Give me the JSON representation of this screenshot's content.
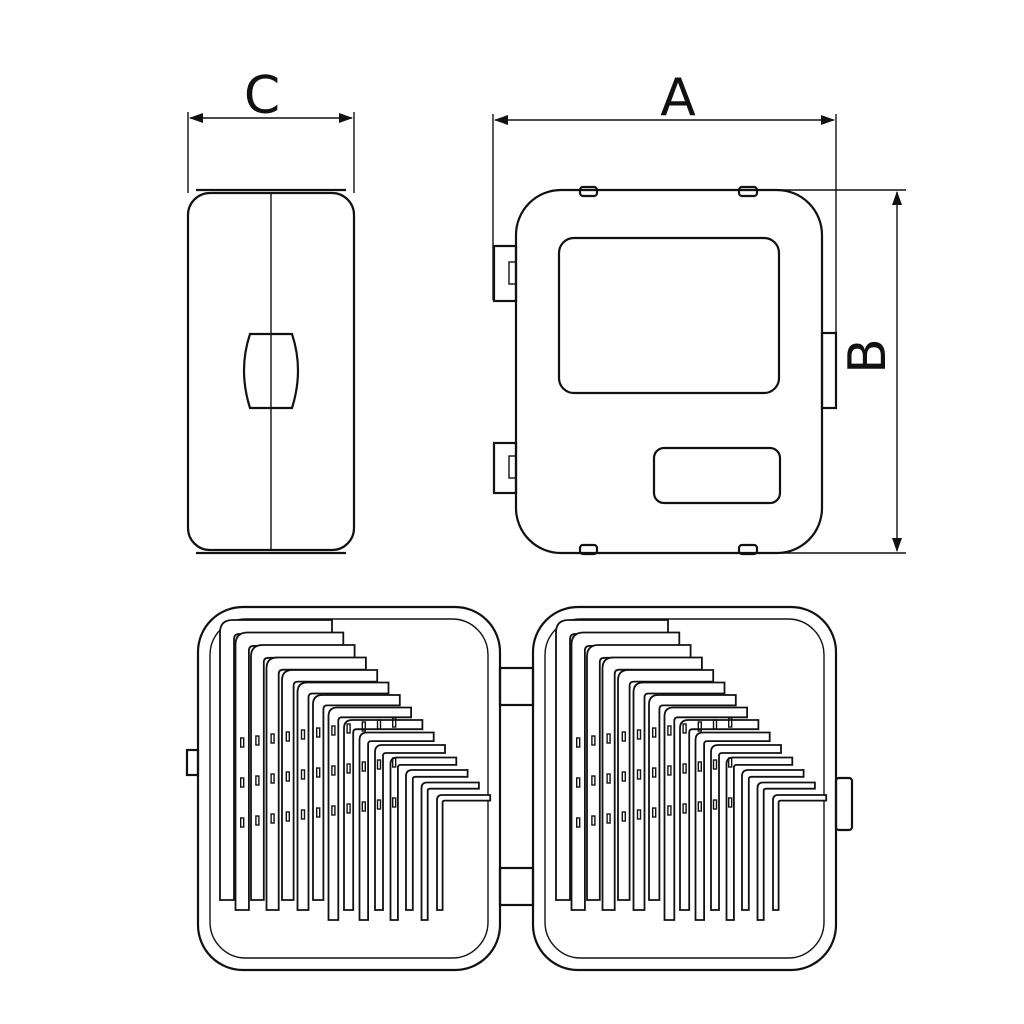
{
  "dimensions": {
    "width_label": "A",
    "height_label": "B",
    "depth_label": "C"
  },
  "colors": {
    "line": "#111111",
    "background": "#ffffff"
  }
}
